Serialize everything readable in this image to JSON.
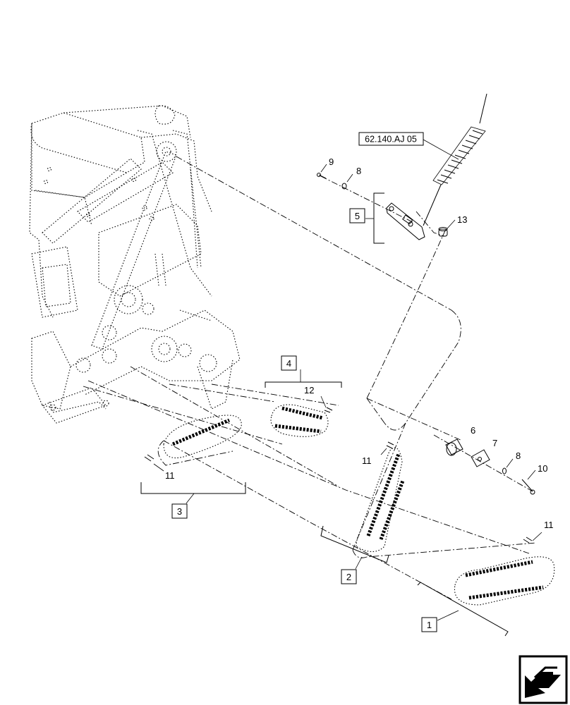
{
  "reference_label": "62.140.AJ 05",
  "callouts": {
    "c1": "1",
    "c2": "2",
    "c3": "3",
    "c4": "4",
    "c5": "5",
    "c6": "6",
    "c7": "7",
    "c8a": "8",
    "c8b": "8",
    "c9": "9",
    "c10": "10",
    "c11a": "11",
    "c11b": "11",
    "c11c": "11",
    "c12": "12",
    "c13": "13"
  },
  "nav_icon": "next-page-arrow-icon"
}
